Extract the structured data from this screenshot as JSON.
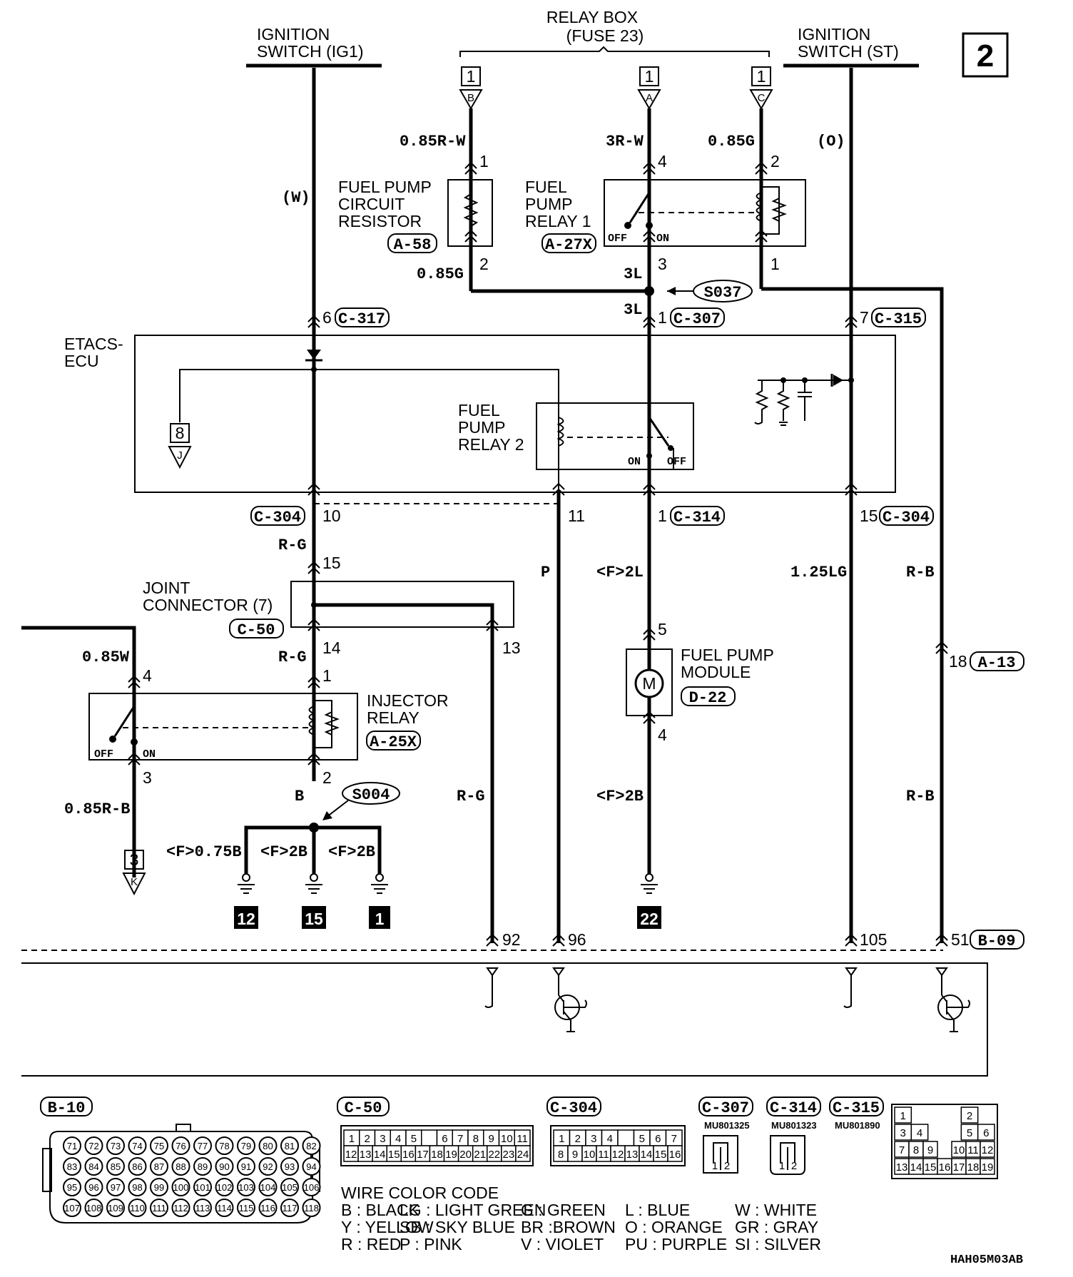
{
  "page_number": "2",
  "drawing_code": "HAH05M03AB",
  "sources": {
    "ig1": "IGNITION SWITCH (IG1)",
    "relay_box": "RELAY BOX",
    "relay_box_fuse": "(FUSE 23)",
    "st": "IGNITION SWITCH (ST)"
  },
  "relay_box_terminals": {
    "b": {
      "num": "1",
      "letter": "B"
    },
    "a": {
      "num": "1",
      "letter": "A"
    },
    "c": {
      "num": "1",
      "letter": "C"
    }
  },
  "components": {
    "resistor": {
      "name": "FUEL PUMP CIRCUIT RESISTOR",
      "line1": "FUEL PUMP",
      "line2": "CIRCUIT",
      "line3": "RESISTOR",
      "connector": "A-58"
    },
    "relay1": {
      "line1": "FUEL",
      "line2": "PUMP",
      "line3": "RELAY 1",
      "connector": "A-27X",
      "off": "OFF",
      "on": "ON"
    },
    "etacs": {
      "line1": "ETACS-",
      "line2": "ECU"
    },
    "relay2": {
      "line1": "FUEL",
      "line2": "PUMP",
      "line3": "RELAY 2",
      "on": "ON",
      "off": "OFF"
    },
    "joint": {
      "line1": "JOINT",
      "line2": "CONNECTOR (7)",
      "connector": "C-50"
    },
    "injector": {
      "line1": "INJECTOR",
      "line2": "RELAY",
      "connector": "A-25X",
      "off": "OFF",
      "on": "ON"
    },
    "pump": {
      "line1": "FUEL PUMP",
      "line2": "MODULE",
      "connector": "D-22",
      "symbol": "M"
    }
  },
  "splices": {
    "s037": "S037",
    "s004": "S004"
  },
  "wires": {
    "w_ig1": "(W)",
    "w_085rw": "0.85R-W",
    "w_3rw": "3R-W",
    "w_085g_top": "0.85G",
    "w_st": "(O)",
    "w_085g_res": "0.85G",
    "w_3l_a": "3L",
    "w_3l_b": "3L",
    "w_rg1": "R-G",
    "w_rg2": "R-G",
    "w_rg3": "R-G",
    "w_p": "P",
    "w_f2l": "<F>2L",
    "w_125lg": "1.25LG",
    "w_rb1": "R-B",
    "w_rb2": "R-B",
    "w_085w": "0.85W",
    "w_085rb": "0.85R-B",
    "w_b": "B",
    "w_f075b": "<F>0.75B",
    "w_f2b_a": "<F>2B",
    "w_f2b_b": "<F>2B",
    "w_f2b_pump": "<F>2B"
  },
  "connectors": {
    "c317": "C-317",
    "c307": "C-307",
    "c315": "C-315",
    "c304a": "C-304",
    "c314": "C-314",
    "c304b": "C-304",
    "a13": "A-13",
    "b09": "B-09"
  },
  "pins": {
    "p_res1": "1",
    "p_res2": "2",
    "p_r1_4": "4",
    "p_r1_2": "2",
    "p_r1_3": "3",
    "p_r1_1": "1",
    "p_6": "6",
    "p_1_307": "1",
    "p_7": "7",
    "p_10": "10",
    "p_11": "11",
    "p_1_314": "1",
    "p_15": "15",
    "p_jc15": "15",
    "p_jc14": "14",
    "p_jc13": "13",
    "p_ir1": "1",
    "p_ir2": "2",
    "p_ir3": "3",
    "p_ir4": "4",
    "p_pm5": "5",
    "p_pm4": "4",
    "p_18": "18",
    "p_92": "92",
    "p_96": "96",
    "p_105": "105",
    "p_51": "51"
  },
  "offpage": {
    "j": {
      "num": "8",
      "letter": "J"
    },
    "k": {
      "num": "3",
      "letter": "K"
    }
  },
  "grounds": {
    "g12": "12",
    "g15": "15",
    "g1": "1",
    "g22": "22"
  },
  "connector_views": {
    "b10": {
      "label": "B-10",
      "rows": [
        [
          "71",
          "72",
          "73",
          "74",
          "75",
          "76",
          "77",
          "78",
          "79",
          "80",
          "81",
          "82"
        ],
        [
          "83",
          "84",
          "85",
          "86",
          "87",
          "88",
          "89",
          "90",
          "91",
          "92",
          "93",
          "94"
        ],
        [
          "95",
          "96",
          "97",
          "98",
          "99",
          "100",
          "101",
          "102",
          "103",
          "104",
          "105",
          "106"
        ],
        [
          "107",
          "108",
          "109",
          "110",
          "111",
          "112",
          "113",
          "114",
          "115",
          "116",
          "117",
          "118"
        ]
      ]
    },
    "c50": {
      "label": "C-50",
      "row1": [
        "1",
        "2",
        "3",
        "4",
        "5",
        "",
        "6",
        "7",
        "8",
        "9",
        "10",
        "11"
      ],
      "row2": [
        "12",
        "13",
        "14",
        "15",
        "16",
        "17",
        "18",
        "19",
        "20",
        "21",
        "22",
        "23",
        "24"
      ]
    },
    "c304": {
      "label": "C-304",
      "row1": [
        "1",
        "2",
        "3",
        "4",
        "",
        "5",
        "6",
        "7"
      ],
      "row2": [
        "8",
        "9",
        "10",
        "11",
        "12",
        "13",
        "14",
        "15",
        "16"
      ]
    },
    "c307": {
      "label": "C-307",
      "part": "MU801325",
      "pins": [
        "1",
        "2"
      ]
    },
    "c314": {
      "label": "C-314",
      "part": "MU801323",
      "pins": [
        "1",
        "2"
      ]
    },
    "c315": {
      "label": "C-315",
      "part": "MU801890",
      "cells": [
        [
          "1",
          "",
          "",
          "",
          "2",
          ""
        ],
        [
          "3",
          "4",
          "",
          "",
          "5",
          "6"
        ],
        [
          "7",
          "8",
          "9",
          "",
          "10",
          "11",
          "12"
        ],
        [
          "13",
          "14",
          "15",
          "16",
          "17",
          "18",
          "19"
        ]
      ]
    }
  },
  "wire_color_code": {
    "title": "WIRE COLOR CODE",
    "row1": [
      "B : BLACK",
      "LG : LIGHT GREEN",
      "G : GREEN",
      "L : BLUE",
      "W : WHITE"
    ],
    "row2": [
      "Y : YELLOW",
      "SB : SKY BLUE",
      "BR :BROWN",
      "O : ORANGE",
      "GR : GRAY"
    ],
    "row3": [
      "R : RED",
      "P : PINK",
      "V : VIOLET",
      "PU : PURPLE",
      "SI : SILVER"
    ]
  }
}
